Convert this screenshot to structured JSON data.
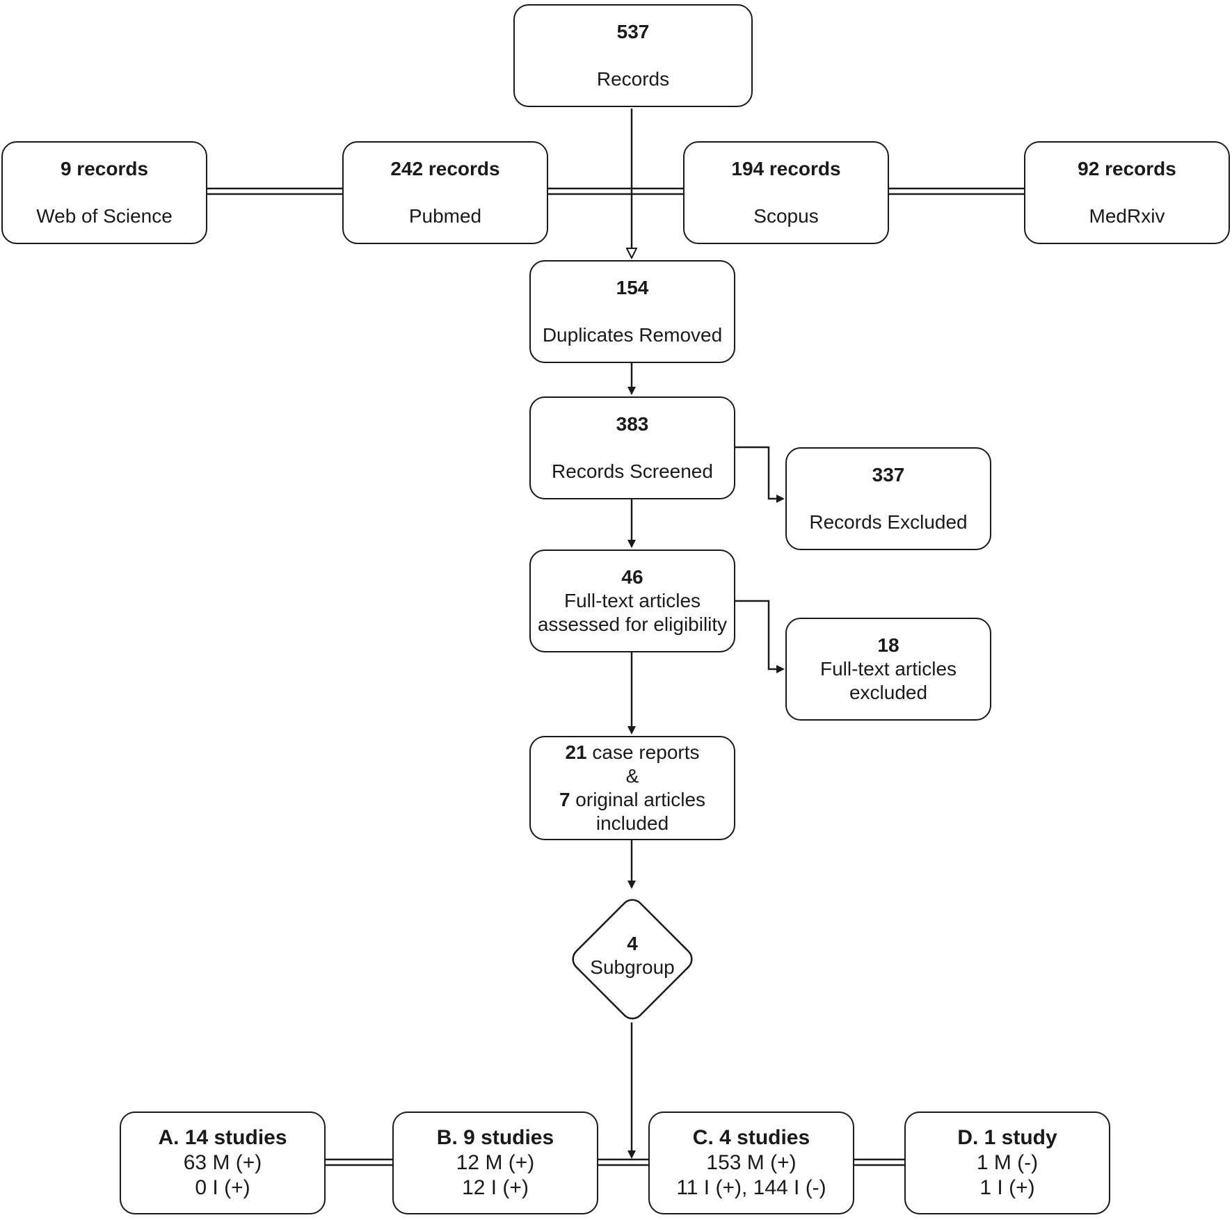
{
  "top": {
    "number": "537",
    "label": "Records"
  },
  "sources": [
    {
      "number": "9 records",
      "label": "Web of Science"
    },
    {
      "number": "242 records",
      "label": "Pubmed"
    },
    {
      "number": "194 records",
      "label": "Scopus"
    },
    {
      "number": "92 records",
      "label": "MedRxiv"
    }
  ],
  "duplicates": {
    "number": "154",
    "label": "Duplicates Removed"
  },
  "screened": {
    "number": "383",
    "label": "Records Screened"
  },
  "excluded": {
    "number": "337",
    "label": "Records Excluded"
  },
  "fulltext": {
    "number": "46",
    "line1": "Full-text articles",
    "line2": "assessed for eligibility"
  },
  "fulltext_excluded": {
    "number": "18",
    "line1": "Full-text articles",
    "line2": "excluded"
  },
  "included": {
    "case_number": "21",
    "case_label": " case reports",
    "amp": "&",
    "orig_number": "7",
    "orig_label": " original articles",
    "line4": "included"
  },
  "subgroup": {
    "number": "4",
    "label": "Subgroup"
  },
  "groups": [
    {
      "title": "A. 14 studies",
      "line1": "63 M (+)",
      "line2": "0 I (+)"
    },
    {
      "title": "B. 9 studies",
      "line1": "12 M (+)",
      "line2": "12 I (+)"
    },
    {
      "title": "C. 4 studies",
      "line1": "153 M (+)",
      "line2": "11 I (+), 144 I (-)"
    },
    {
      "title": "D. 1 study",
      "line1": "1 M (-)",
      "line2": "1 I (+)"
    }
  ]
}
